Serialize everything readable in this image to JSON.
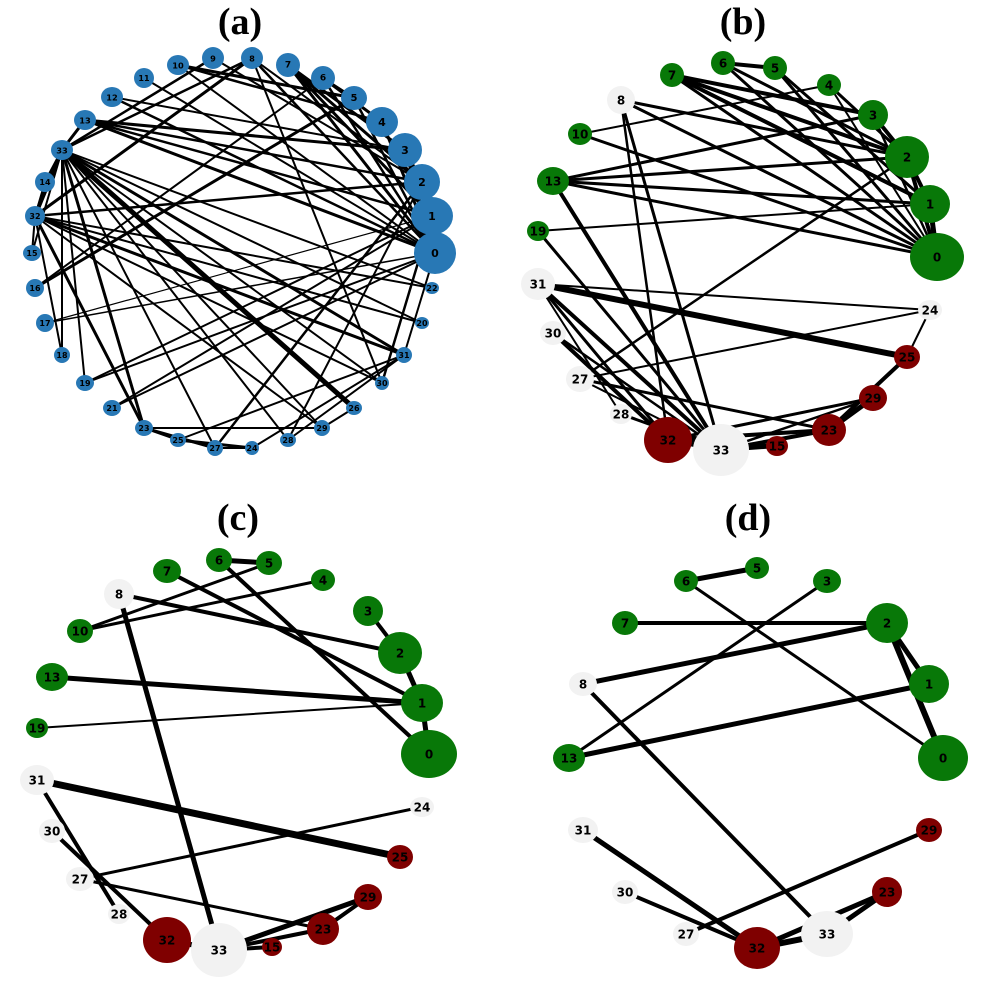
{
  "panels": [
    {
      "id": "a",
      "label": "(a)",
      "nodes": [
        {
          "n": "0",
          "c": "blue"
        },
        {
          "n": "1",
          "c": "blue"
        },
        {
          "n": "2",
          "c": "blue"
        },
        {
          "n": "3",
          "c": "blue"
        },
        {
          "n": "4",
          "c": "blue"
        },
        {
          "n": "5",
          "c": "blue"
        },
        {
          "n": "6",
          "c": "blue"
        },
        {
          "n": "7",
          "c": "blue"
        },
        {
          "n": "8",
          "c": "blue"
        },
        {
          "n": "9",
          "c": "blue"
        },
        {
          "n": "10",
          "c": "blue"
        },
        {
          "n": "11",
          "c": "blue"
        },
        {
          "n": "12",
          "c": "blue"
        },
        {
          "n": "13",
          "c": "blue"
        },
        {
          "n": "33",
          "c": "blue"
        },
        {
          "n": "14",
          "c": "blue"
        },
        {
          "n": "32",
          "c": "blue"
        },
        {
          "n": "15",
          "c": "blue"
        },
        {
          "n": "16",
          "c": "blue"
        },
        {
          "n": "17",
          "c": "blue"
        },
        {
          "n": "18",
          "c": "blue"
        },
        {
          "n": "19",
          "c": "blue"
        },
        {
          "n": "21",
          "c": "blue"
        },
        {
          "n": "23",
          "c": "blue"
        },
        {
          "n": "25",
          "c": "blue"
        },
        {
          "n": "27",
          "c": "blue"
        },
        {
          "n": "24",
          "c": "blue"
        },
        {
          "n": "28",
          "c": "blue"
        },
        {
          "n": "29",
          "c": "blue"
        },
        {
          "n": "26",
          "c": "blue"
        },
        {
          "n": "30",
          "c": "blue"
        },
        {
          "n": "31",
          "c": "blue"
        },
        {
          "n": "20",
          "c": "blue"
        },
        {
          "n": "22",
          "c": "blue"
        }
      ],
      "edges": [
        [
          "0",
          "1"
        ],
        [
          "0",
          "2"
        ],
        [
          "0",
          "3"
        ],
        [
          "0",
          "4"
        ],
        [
          "0",
          "5"
        ],
        [
          "0",
          "6"
        ],
        [
          "0",
          "7"
        ],
        [
          "0",
          "8"
        ],
        [
          "0",
          "10"
        ],
        [
          "0",
          "11"
        ],
        [
          "0",
          "12"
        ],
        [
          "0",
          "13"
        ],
        [
          "0",
          "17"
        ],
        [
          "0",
          "19"
        ],
        [
          "0",
          "21"
        ],
        [
          "0",
          "31"
        ],
        [
          "1",
          "2"
        ],
        [
          "1",
          "3"
        ],
        [
          "1",
          "7"
        ],
        [
          "1",
          "13"
        ],
        [
          "1",
          "17"
        ],
        [
          "1",
          "19"
        ],
        [
          "1",
          "21"
        ],
        [
          "1",
          "30"
        ],
        [
          "2",
          "3"
        ],
        [
          "2",
          "7"
        ],
        [
          "2",
          "8"
        ],
        [
          "2",
          "9"
        ],
        [
          "2",
          "13"
        ],
        [
          "2",
          "27"
        ],
        [
          "2",
          "28"
        ],
        [
          "2",
          "32"
        ],
        [
          "3",
          "7"
        ],
        [
          "3",
          "12"
        ],
        [
          "3",
          "13"
        ],
        [
          "4",
          "6"
        ],
        [
          "4",
          "10"
        ],
        [
          "5",
          "6"
        ],
        [
          "5",
          "10"
        ],
        [
          "5",
          "16"
        ],
        [
          "6",
          "16"
        ],
        [
          "8",
          "30"
        ],
        [
          "8",
          "32"
        ],
        [
          "8",
          "33"
        ],
        [
          "9",
          "33"
        ],
        [
          "13",
          "33"
        ],
        [
          "14",
          "32"
        ],
        [
          "14",
          "33"
        ],
        [
          "15",
          "32"
        ],
        [
          "15",
          "33"
        ],
        [
          "18",
          "32"
        ],
        [
          "18",
          "33"
        ],
        [
          "19",
          "33"
        ],
        [
          "20",
          "32"
        ],
        [
          "20",
          "33"
        ],
        [
          "22",
          "32"
        ],
        [
          "22",
          "33"
        ],
        [
          "23",
          "25"
        ],
        [
          "23",
          "27"
        ],
        [
          "23",
          "29"
        ],
        [
          "23",
          "32"
        ],
        [
          "23",
          "33"
        ],
        [
          "24",
          "25"
        ],
        [
          "24",
          "27"
        ],
        [
          "24",
          "31"
        ],
        [
          "25",
          "31"
        ],
        [
          "26",
          "29"
        ],
        [
          "26",
          "33"
        ],
        [
          "27",
          "33"
        ],
        [
          "28",
          "31"
        ],
        [
          "28",
          "33"
        ],
        [
          "29",
          "32"
        ],
        [
          "29",
          "33"
        ],
        [
          "30",
          "32"
        ],
        [
          "30",
          "33"
        ],
        [
          "31",
          "32"
        ],
        [
          "31",
          "33"
        ],
        [
          "32",
          "33"
        ]
      ]
    },
    {
      "id": "b",
      "label": "(b)",
      "nodes": [
        {
          "n": "6",
          "c": "green"
        },
        {
          "n": "5",
          "c": "green"
        },
        {
          "n": "4",
          "c": "green"
        },
        {
          "n": "7",
          "c": "green"
        },
        {
          "n": "3",
          "c": "green"
        },
        {
          "n": "8",
          "c": "white"
        },
        {
          "n": "10",
          "c": "green"
        },
        {
          "n": "2",
          "c": "green"
        },
        {
          "n": "13",
          "c": "green"
        },
        {
          "n": "1",
          "c": "green"
        },
        {
          "n": "19",
          "c": "green"
        },
        {
          "n": "0",
          "c": "green"
        },
        {
          "n": "31",
          "c": "white"
        },
        {
          "n": "24",
          "c": "white"
        },
        {
          "n": "30",
          "c": "white"
        },
        {
          "n": "25",
          "c": "red"
        },
        {
          "n": "27",
          "c": "white"
        },
        {
          "n": "29",
          "c": "red"
        },
        {
          "n": "28",
          "c": "white"
        },
        {
          "n": "23",
          "c": "red"
        },
        {
          "n": "32",
          "c": "red"
        },
        {
          "n": "15",
          "c": "red"
        },
        {
          "n": "33",
          "c": "white"
        }
      ],
      "edges": [
        [
          "7",
          "2"
        ],
        [
          "7",
          "1"
        ],
        [
          "7",
          "0"
        ],
        [
          "7",
          "3"
        ],
        [
          "6",
          "5"
        ],
        [
          "6",
          "0"
        ],
        [
          "6",
          "2"
        ],
        [
          "5",
          "0"
        ],
        [
          "5",
          "1"
        ],
        [
          "4",
          "0"
        ],
        [
          "4",
          "2"
        ],
        [
          "3",
          "2"
        ],
        [
          "2",
          "1"
        ],
        [
          "1",
          "0"
        ],
        [
          "2",
          "0"
        ],
        [
          "8",
          "0"
        ],
        [
          "8",
          "2"
        ],
        [
          "8",
          "32"
        ],
        [
          "8",
          "33"
        ],
        [
          "10",
          "0"
        ],
        [
          "10",
          "4"
        ],
        [
          "13",
          "0"
        ],
        [
          "13",
          "1"
        ],
        [
          "13",
          "2"
        ],
        [
          "13",
          "3"
        ],
        [
          "13",
          "33"
        ],
        [
          "19",
          "1"
        ],
        [
          "19",
          "33"
        ],
        [
          "31",
          "25"
        ],
        [
          "31",
          "24"
        ],
        [
          "31",
          "32"
        ],
        [
          "31",
          "33"
        ],
        [
          "30",
          "32"
        ],
        [
          "30",
          "33"
        ],
        [
          "27",
          "2"
        ],
        [
          "27",
          "23"
        ],
        [
          "27",
          "33"
        ],
        [
          "28",
          "31"
        ],
        [
          "28",
          "33"
        ],
        [
          "24",
          "27"
        ],
        [
          "24",
          "25"
        ],
        [
          "29",
          "23"
        ],
        [
          "29",
          "32"
        ],
        [
          "29",
          "33"
        ],
        [
          "23",
          "25"
        ],
        [
          "23",
          "32"
        ],
        [
          "23",
          "33"
        ],
        [
          "32",
          "15"
        ],
        [
          "33",
          "15"
        ],
        [
          "32",
          "33"
        ],
        [
          "8",
          "0"
        ],
        [
          "3",
          "0"
        ]
      ]
    },
    {
      "id": "c",
      "label": "(c)",
      "nodes": [
        {
          "n": "6",
          "c": "green"
        },
        {
          "n": "5",
          "c": "green"
        },
        {
          "n": "7",
          "c": "green"
        },
        {
          "n": "4",
          "c": "green"
        },
        {
          "n": "8",
          "c": "white"
        },
        {
          "n": "3",
          "c": "green"
        },
        {
          "n": "10",
          "c": "green"
        },
        {
          "n": "2",
          "c": "green"
        },
        {
          "n": "13",
          "c": "green"
        },
        {
          "n": "1",
          "c": "green"
        },
        {
          "n": "19",
          "c": "green"
        },
        {
          "n": "0",
          "c": "green"
        },
        {
          "n": "31",
          "c": "white"
        },
        {
          "n": "24",
          "c": "white"
        },
        {
          "n": "30",
          "c": "white"
        },
        {
          "n": "25",
          "c": "red"
        },
        {
          "n": "27",
          "c": "white"
        },
        {
          "n": "29",
          "c": "red"
        },
        {
          "n": "28",
          "c": "white"
        },
        {
          "n": "23",
          "c": "red"
        },
        {
          "n": "32",
          "c": "red"
        },
        {
          "n": "33",
          "c": "white"
        },
        {
          "n": "15",
          "c": "red"
        }
      ],
      "edges": [
        [
          "6",
          "5"
        ],
        [
          "6",
          "0"
        ],
        [
          "7",
          "1"
        ],
        [
          "4",
          "10"
        ],
        [
          "5",
          "10"
        ],
        [
          "8",
          "2"
        ],
        [
          "8",
          "33"
        ],
        [
          "3",
          "2"
        ],
        [
          "2",
          "1"
        ],
        [
          "1",
          "0"
        ],
        [
          "13",
          "1"
        ],
        [
          "19",
          "1"
        ],
        [
          "31",
          "25"
        ],
        [
          "31",
          "28"
        ],
        [
          "30",
          "32"
        ],
        [
          "27",
          "24"
        ],
        [
          "27",
          "23"
        ],
        [
          "29",
          "23"
        ],
        [
          "29",
          "33"
        ],
        [
          "23",
          "33"
        ],
        [
          "32",
          "33"
        ],
        [
          "33",
          "15"
        ]
      ]
    },
    {
      "id": "d",
      "label": "(d)",
      "nodes": [
        {
          "n": "6",
          "c": "green"
        },
        {
          "n": "5",
          "c": "green"
        },
        {
          "n": "3",
          "c": "green"
        },
        {
          "n": "7",
          "c": "green"
        },
        {
          "n": "2",
          "c": "green"
        },
        {
          "n": "8",
          "c": "white"
        },
        {
          "n": "1",
          "c": "green"
        },
        {
          "n": "13",
          "c": "green"
        },
        {
          "n": "0",
          "c": "green"
        },
        {
          "n": "31",
          "c": "white"
        },
        {
          "n": "29",
          "c": "red"
        },
        {
          "n": "30",
          "c": "white"
        },
        {
          "n": "23",
          "c": "red"
        },
        {
          "n": "27",
          "c": "white"
        },
        {
          "n": "32",
          "c": "red"
        },
        {
          "n": "33",
          "c": "white"
        }
      ],
      "edges": [
        [
          "6",
          "5"
        ],
        [
          "6",
          "0"
        ],
        [
          "7",
          "2"
        ],
        [
          "8",
          "2"
        ],
        [
          "8",
          "33"
        ],
        [
          "3",
          "13"
        ],
        [
          "2",
          "1"
        ],
        [
          "2",
          "0"
        ],
        [
          "13",
          "1"
        ],
        [
          "31",
          "32"
        ],
        [
          "30",
          "32"
        ],
        [
          "27",
          "29"
        ],
        [
          "23",
          "32"
        ],
        [
          "23",
          "33"
        ],
        [
          "32",
          "33"
        ]
      ]
    }
  ],
  "colors": {
    "blue": "#2878b5",
    "green": "#087808",
    "red": "#7f0000",
    "white": "#f2f2f2"
  }
}
